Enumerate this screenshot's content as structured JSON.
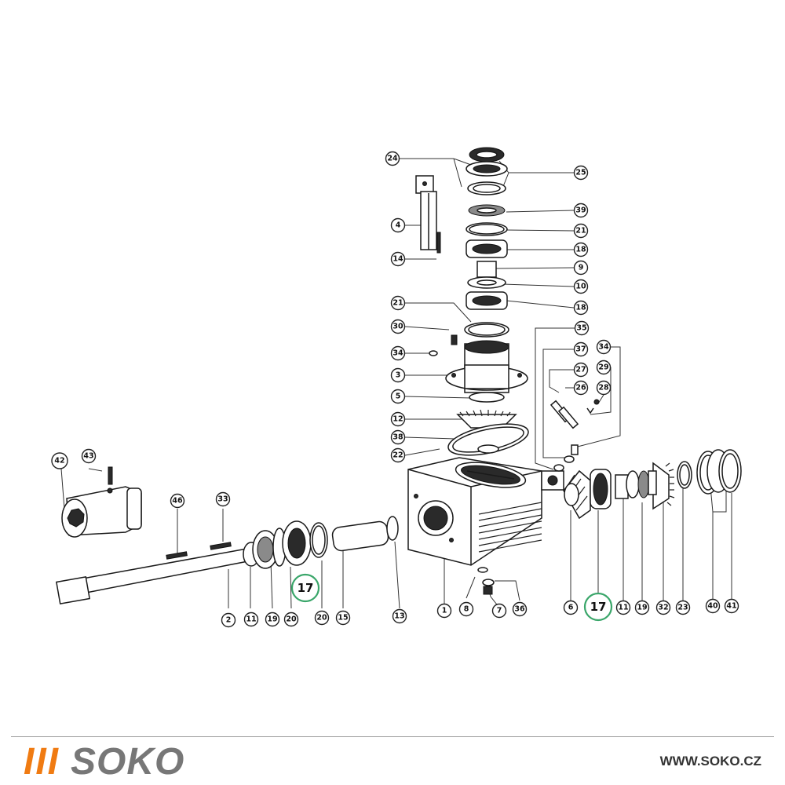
{
  "brand": {
    "bars": "III",
    "name": "SOKO",
    "url": "WWW.SOKO.CZ",
    "accent_color": "#f07b12",
    "name_color": "#777777"
  },
  "highlight_color": "#3aa66a",
  "callouts": {
    "c24": "24",
    "c25": "25",
    "c39": "39",
    "c21a": "21",
    "c18a": "18",
    "c9": "9",
    "c10": "10",
    "c18b": "18",
    "c4": "4",
    "c14": "14",
    "c21b": "21",
    "c30": "30",
    "c34a": "34",
    "c3": "3",
    "c5": "5",
    "c12": "12",
    "c38": "38",
    "c22": "22",
    "c35": "35",
    "c37": "37",
    "c34b": "34",
    "c27": "27",
    "c29": "29",
    "c26": "26",
    "c28": "28",
    "c42": "42",
    "c43": "43",
    "c46": "46",
    "c33": "33",
    "c2": "2",
    "c11a": "11",
    "c19a": "19",
    "c20a": "20",
    "c17a": "17",
    "c20b": "20",
    "c15": "15",
    "c13a": "13",
    "c1": "1",
    "c8": "8",
    "c7": "7",
    "c36": "36",
    "c6": "6",
    "c17b": "17",
    "c11b": "11",
    "c19b": "19",
    "c32": "32",
    "c23": "23",
    "c40": "40",
    "c41": "41"
  }
}
